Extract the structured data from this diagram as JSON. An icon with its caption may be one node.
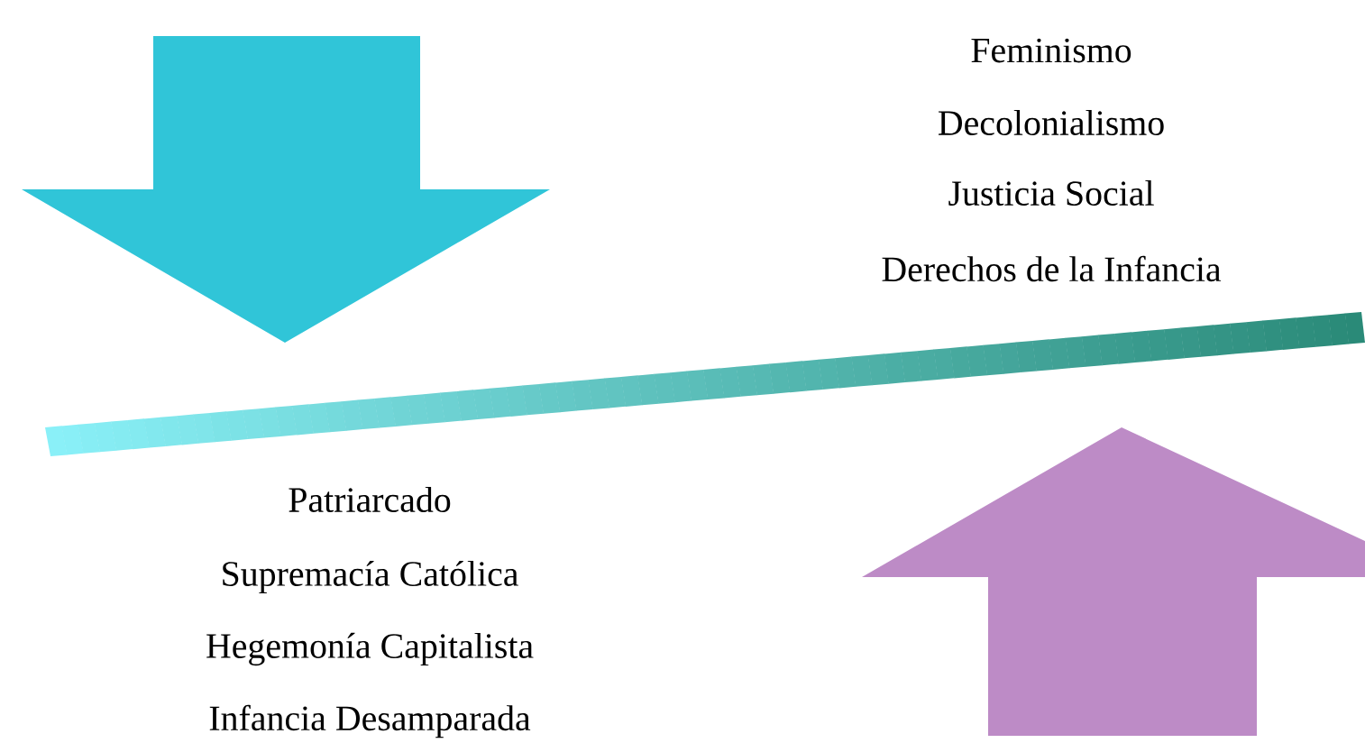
{
  "diagram": {
    "labels": [
      "Feminismo",
      "Decolonialismo",
      "Justicia Social",
      "Derechos de la Infancia",
      "Patriarcado",
      "Supremacía Católica",
      "Hegemonía Capitalista",
      "Infancia Desamparada"
    ]
  }
}
